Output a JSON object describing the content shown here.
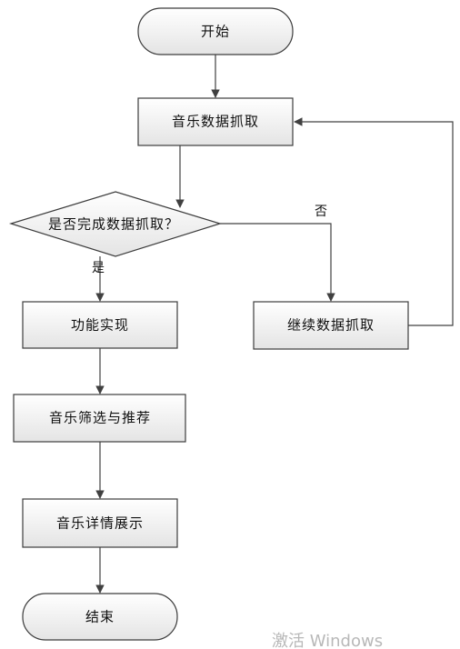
{
  "nodes": {
    "start": "开始",
    "scrape": "音乐数据抓取",
    "decision": "是否完成数据抓取？",
    "continue_scrape": "继续数据抓取",
    "features": "功能实现",
    "filter_recommend": "音乐筛选与推荐",
    "details": "音乐详情展示",
    "end": "结束"
  },
  "edge_labels": {
    "yes": "是",
    "no": "否"
  },
  "watermark": "激活 Windows",
  "colors": {
    "node_fill_top": "#ffffff",
    "node_fill_bottom": "#e6e6e6",
    "stroke": "#3c3c3c",
    "line": "#404040",
    "text": "#111111"
  }
}
